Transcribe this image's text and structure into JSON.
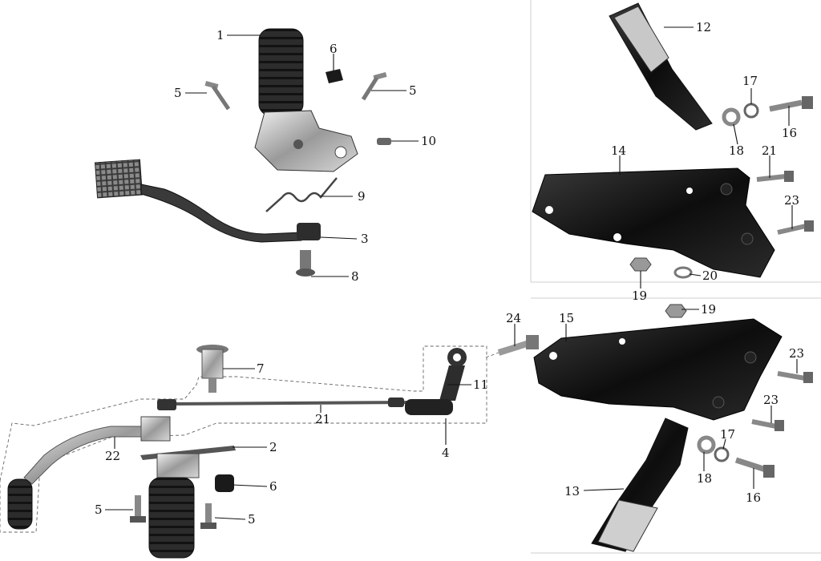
{
  "diagram": {
    "callouts": [
      {
        "id": "c1",
        "text": "1"
      },
      {
        "id": "c6a",
        "text": "6"
      },
      {
        "id": "c5a",
        "text": "5"
      },
      {
        "id": "c5b",
        "text": "5"
      },
      {
        "id": "c10",
        "text": "10"
      },
      {
        "id": "c9",
        "text": "9"
      },
      {
        "id": "c3",
        "text": "3"
      },
      {
        "id": "c8",
        "text": "8"
      },
      {
        "id": "c7",
        "text": "7"
      },
      {
        "id": "c21a",
        "text": "21"
      },
      {
        "id": "c11",
        "text": "11"
      },
      {
        "id": "c4",
        "text": "4"
      },
      {
        "id": "c22",
        "text": "22"
      },
      {
        "id": "c2",
        "text": "2"
      },
      {
        "id": "c6b",
        "text": "6"
      },
      {
        "id": "c5c",
        "text": "5"
      },
      {
        "id": "c5d",
        "text": "5"
      },
      {
        "id": "c12",
        "text": "12"
      },
      {
        "id": "c17a",
        "text": "17"
      },
      {
        "id": "c16a",
        "text": "16"
      },
      {
        "id": "c18a",
        "text": "18"
      },
      {
        "id": "c14",
        "text": "14"
      },
      {
        "id": "c21b",
        "text": "21"
      },
      {
        "id": "c23a",
        "text": "23"
      },
      {
        "id": "c19a",
        "text": "19"
      },
      {
        "id": "c20",
        "text": "20"
      },
      {
        "id": "c19b",
        "text": "19"
      },
      {
        "id": "c24",
        "text": "24"
      },
      {
        "id": "c15",
        "text": "15"
      },
      {
        "id": "c23b",
        "text": "23"
      },
      {
        "id": "c23c",
        "text": "23"
      },
      {
        "id": "c17b",
        "text": "17"
      },
      {
        "id": "c18b",
        "text": "18"
      },
      {
        "id": "c16b",
        "text": "16"
      },
      {
        "id": "c13",
        "text": "13"
      }
    ]
  }
}
